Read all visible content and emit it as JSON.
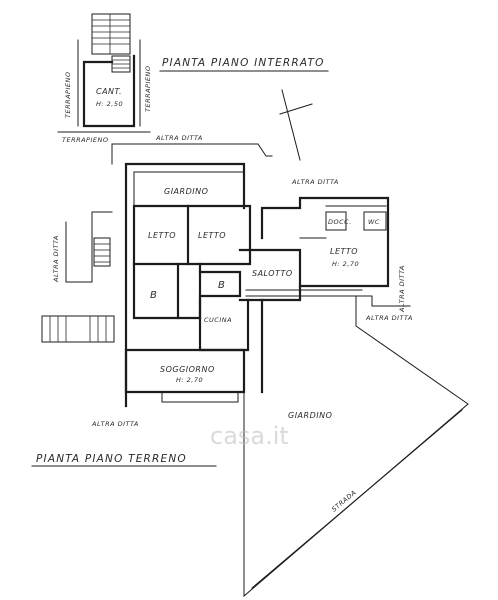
{
  "titles": {
    "plan_interrato": "PIANTA PIANO INTERRATO",
    "plan_terreno": "PIANTA PIANO TERRENO"
  },
  "basement": {
    "cantina": "CANT.",
    "cantina_height": "H: 2,50",
    "terrapieno_left": "TERRAPIENO",
    "terrapieno_right": "TERRAPIENO",
    "terrapieno_bottom": "TERRAPIENO"
  },
  "rooms": {
    "giardino_top": "GIARDINO",
    "letto_1": "LETTO",
    "letto_2": "LETTO",
    "letto_3": "LETTO",
    "letto_3_height": "H: 2,70",
    "bagno_1": "B",
    "bagno_2": "B",
    "salotto": "SALOTTO",
    "cucina": "CUCINA",
    "soggiorno": "SOGGIORNO",
    "soggiorno_height": "H: 2,70",
    "giardino_bottom": "GIARDINO",
    "doccia": "DOCC.",
    "wc": "WC",
    "strada": "STRADA"
  },
  "neighbours": {
    "altra_ditta_top": "ALTRA DITTA",
    "altra_ditta_mid": "ALTRA DITTA",
    "altra_ditta_left": "ALTRA DITTA",
    "altra_ditta_right_v": "ALTRA DITTA",
    "altra_ditta_right": "ALTRA DITTA",
    "altra_ditta_bottom": "ALTRA DITTA"
  },
  "watermark": "casa.it"
}
